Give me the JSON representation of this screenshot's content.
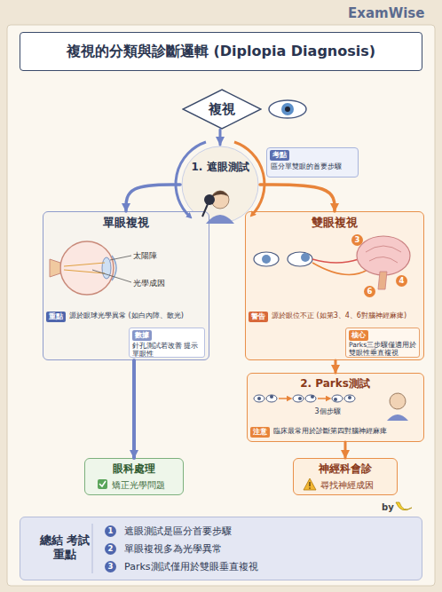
{
  "diagram": {
    "title": "複視的分類與診斷邏輯 (Diplopia Diagnosis)",
    "nodes": [
      {
        "text": [
          "複視"
        ]
      },
      {
        "text": [
          "1. 遮眼測試"
        ]
      },
      {
        "text": [
          "考點",
          "區分單雙眼的首要步驟"
        ]
      },
      {
        "text": [
          "單眼複視"
        ]
      },
      {
        "text": [
          "重點",
          "源於眼球光學異常 (如白內障、散光)"
        ],
        "in": 3
      },
      {
        "text": [
          "數據",
          "針孔測試若改善 提示單眼性"
        ],
        "in": 3
      },
      {
        "text": [
          "雙眼複視"
        ]
      },
      {
        "text": [
          "警告",
          "源於眼位不正 (如第3、4、6對腦神經麻痺)"
        ],
        "in": 6
      },
      {
        "text": [
          "核心",
          "Parks三步驟僅適用於雙眼性垂直複視"
        ],
        "in": 6
      },
      {
        "text": [
          "2. Parks測試",
          "3個步驟"
        ]
      },
      {
        "text": [
          "注意",
          "臨床最常用於診斷第四對腦神經麻痺"
        ],
        "in": 9
      },
      {
        "text": [
          "眼科處理",
          "矯正光學問題"
        ]
      },
      {
        "text": [
          "神經科會診",
          "尋找神經成因"
        ]
      },
      {
        "text": [
          "總結 考試重點"
        ]
      }
    ],
    "edges": [
      {
        "from": 0,
        "to": 1,
        "arrow": "to"
      },
      {
        "from": 1,
        "to": 3,
        "arrow": "to"
      },
      {
        "from": 1,
        "to": 6,
        "arrow": "to"
      },
      {
        "from": 6,
        "to": 9,
        "arrow": "to"
      },
      {
        "from": 3,
        "to": 11,
        "arrow": "to"
      },
      {
        "from": 9,
        "to": 12,
        "arrow": "to"
      }
    ],
    "labels": [
      "ExamWise",
      "太陽障",
      "光學成因",
      "3",
      "4",
      "6",
      "by",
      "1",
      "遮眼測試是區分首要步驟",
      "2",
      "單眼複視多為光學異常",
      "3",
      "Parks測試僅用於雙眼垂直複視"
    ]
  }
}
